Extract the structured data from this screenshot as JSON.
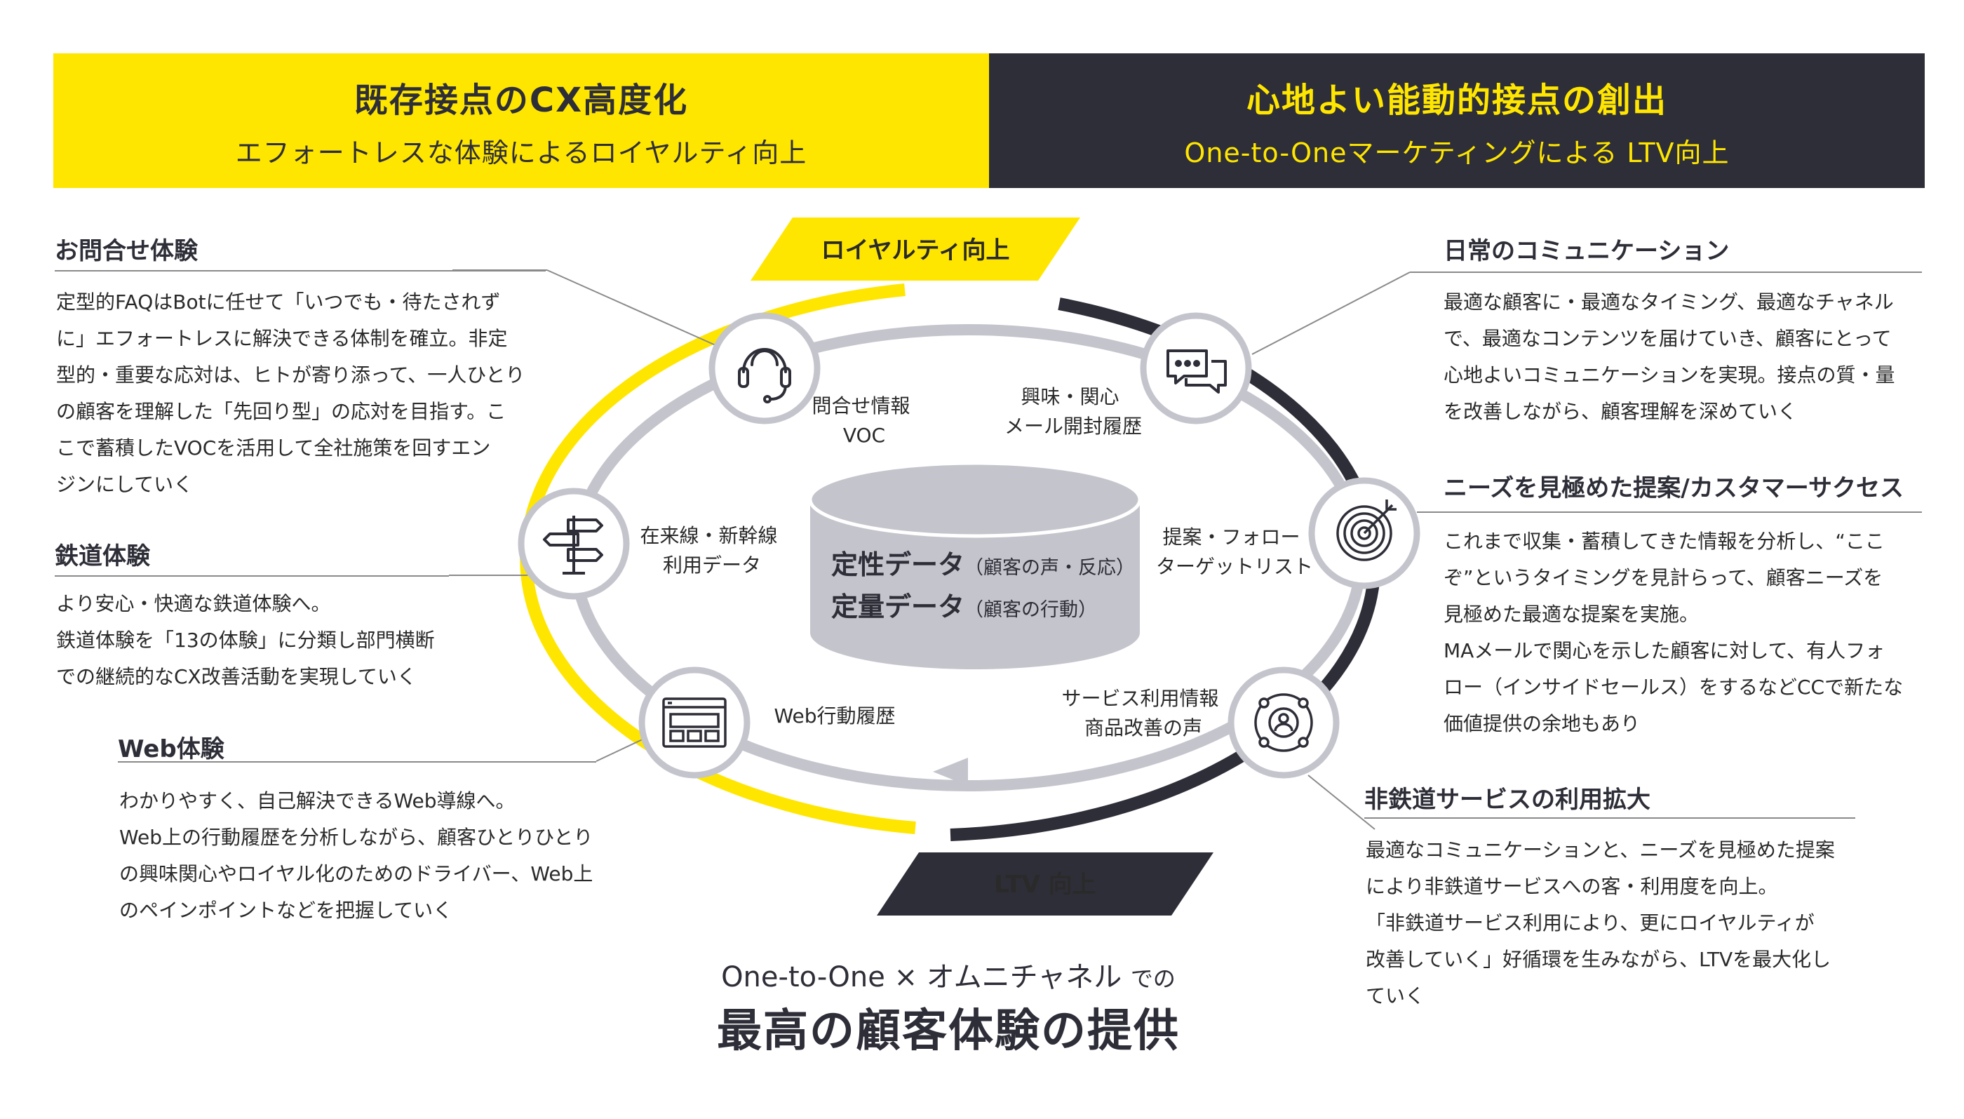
{
  "banners": {
    "left": {
      "title": "既存接点のCX高度化",
      "subtitle": "エフォートレスな体験によるロイヤルティ向上"
    },
    "right": {
      "title": "心地よい能動的接点の創出",
      "subtitle": "One-to-Oneマーケティングによる LTV向上"
    }
  },
  "badges": {
    "loyalty": "ロイヤルティ向上",
    "ltv": "LTV 向上"
  },
  "sections": {
    "inquiry": {
      "title": "お問合せ体験",
      "lines": [
        "定型的FAQはBotに任せて「いつでも・待たされず",
        "に」エフォートレスに解決できる体制を確立。非定",
        "型的・重要な応対は、ヒトが寄り添って、一人ひとり",
        "の顧客を理解した「先回り型」の応対を目指す。こ",
        "こで蓄積したVOCを活用して全社施策を回すエン",
        "ジンにしていく"
      ]
    },
    "railway": {
      "title": "鉄道体験",
      "lines": [
        "より安心・快適な鉄道体験へ。",
        "鉄道体験を「13の体験」に分類し部門横断",
        "での継続的なCX改善活動を実現していく"
      ]
    },
    "web": {
      "title": "Web体験",
      "lines": [
        "わかりやすく、自己解決できるWeb導線へ。",
        "Web上の行動履歴を分析しながら、顧客ひとりひとり",
        "の興味関心やロイヤル化のためのドライバー、Web上",
        "のペインポイントなどを把握していく"
      ]
    },
    "daily": {
      "title": "日常のコミュニケーション",
      "lines": [
        "最適な顧客に・最適なタイミング、最適なチャネル",
        "で、最適なコンテンツを届けていき、顧客にとって",
        "心地よいコミュニケーションを実現。接点の質・量",
        "を改善しながら、顧客理解を深めていく"
      ]
    },
    "needs": {
      "title": "ニーズを見極めた提案/カスタマーサクセス",
      "lines": [
        "これまで収集・蓄積してきた情報を分析し、“ここ",
        "ぞ”というタイミングを見計らって、顧客ニーズを",
        "見極めた最適な提案を実施。",
        "MAメールで関心を示した顧客に対して、有人フォ",
        "ロー（インサイドセールス）をするなどCCで新たな",
        "価値提供の余地もあり"
      ]
    },
    "nonrail": {
      "title": "非鉄道サービスの利用拡大",
      "lines": [
        "最適なコミュニケーションと、ニーズを見極めた提案",
        "により非鉄道サービスへの客・利用度を向上。",
        "「非鉄道サービス利用により、更にロイヤルティが",
        "改善していく」好循環を生みながら、LTVを最大化し",
        "ていく"
      ]
    }
  },
  "nodes": {
    "inquiry": [
      "問合せ情報",
      "VOC"
    ],
    "interest": [
      "興味・関心",
      "メール開封履歴"
    ],
    "railway": [
      "在来線・新幹線",
      "利用データ"
    ],
    "proposal": [
      "提案・フォロー",
      "ターゲットリスト"
    ],
    "web": [
      "Web行動履歴"
    ],
    "service": [
      "サービス利用情報",
      "商品改善の声"
    ]
  },
  "database": {
    "line1_bold": "定性データ",
    "line1_small": "（顧客の声・反応）",
    "line2_bold": "定量データ",
    "line2_small": "（顧客の行動）"
  },
  "bottom": {
    "sub_a": "One-to-One",
    "cross": "×",
    "sub_b": "オムニチャネル",
    "sub_c": "での",
    "main": "最高の顧客体験の提供"
  },
  "icons": [
    "headset-icon",
    "chat-bubbles-icon",
    "signpost-icon",
    "target-icon",
    "browser-window-icon",
    "user-network-icon",
    "database-cylinder-icon"
  ],
  "colors": {
    "yellow": "#ffe600",
    "dark": "#2e2e38",
    "ring_gray": "#c4c4cc"
  }
}
